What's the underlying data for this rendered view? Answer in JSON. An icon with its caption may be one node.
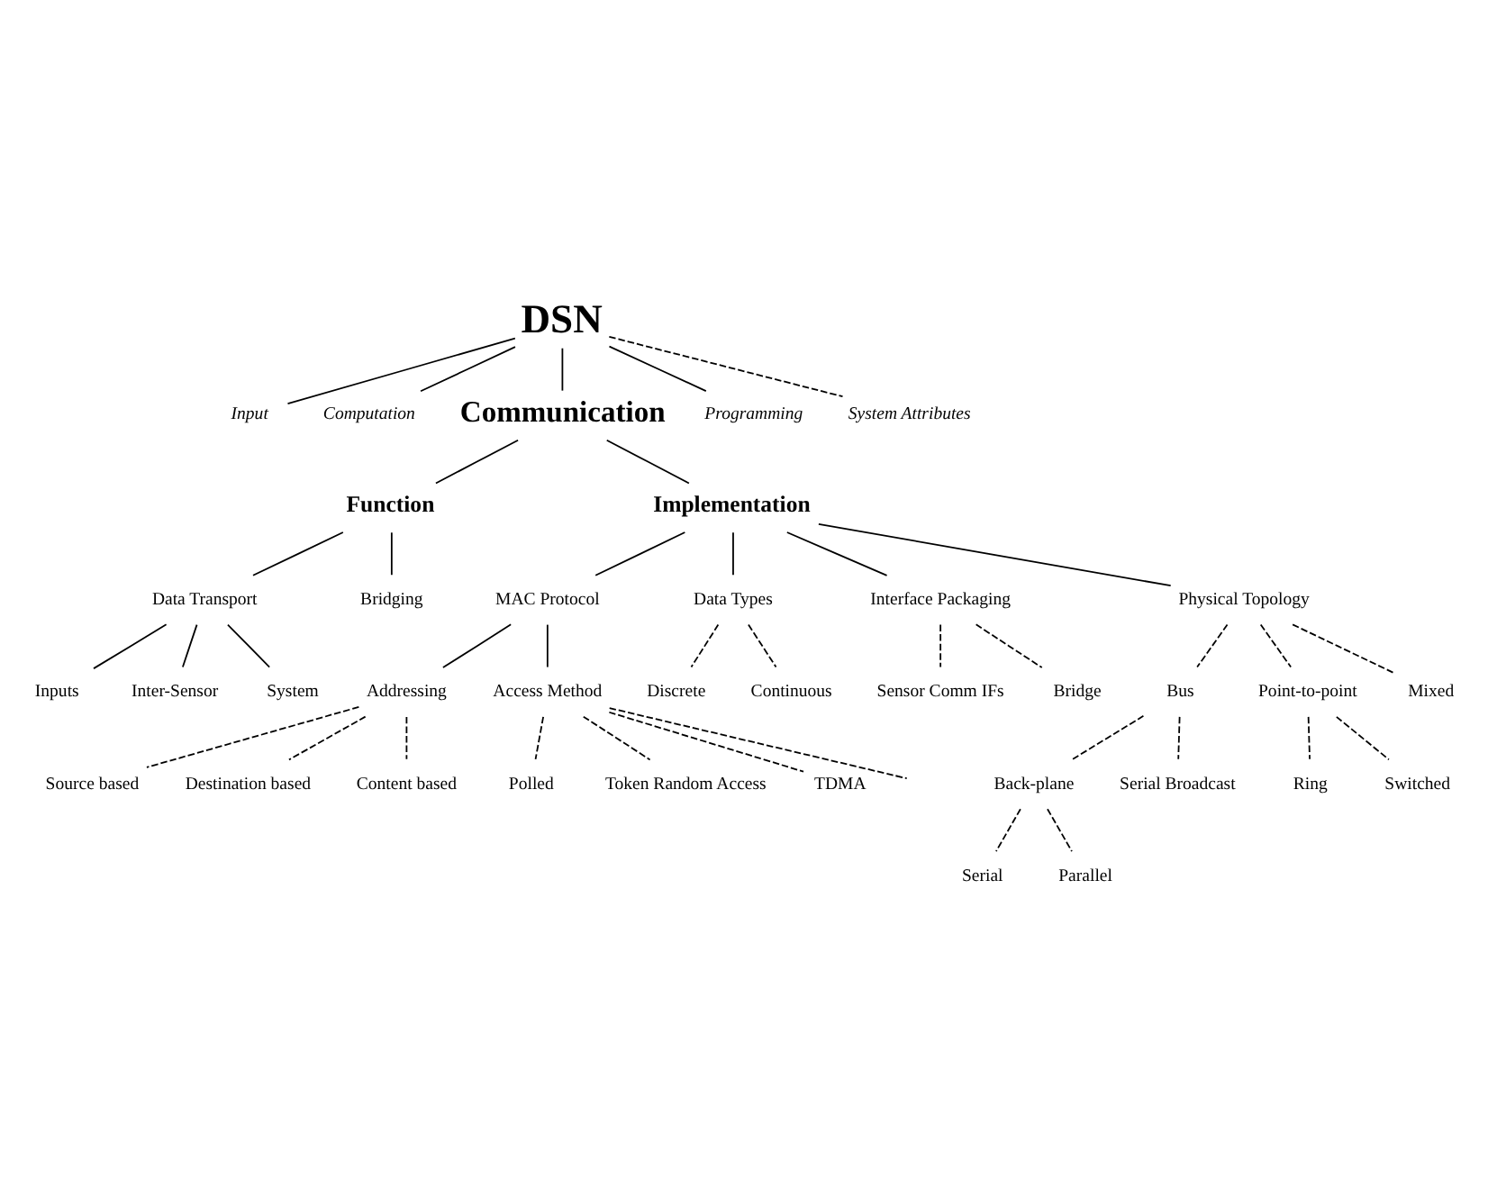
{
  "diagram": {
    "nodes": [
      {
        "text": [
          "DSN"
        ]
      },
      {
        "text": [
          "Input"
        ]
      },
      {
        "text": [
          "Computation"
        ]
      },
      {
        "text": [
          "Communication"
        ]
      },
      {
        "text": [
          "Programming"
        ]
      },
      {
        "text": [
          "System Attributes"
        ]
      },
      {
        "text": [
          "Function"
        ]
      },
      {
        "text": [
          "Implementation"
        ]
      },
      {
        "text": [
          "Data Transport"
        ]
      },
      {
        "text": [
          "Bridging"
        ]
      },
      {
        "text": [
          "Inputs"
        ]
      },
      {
        "text": [
          "Inter-Sensor"
        ]
      },
      {
        "text": [
          "System"
        ]
      },
      {
        "text": [
          "MAC Protocol"
        ]
      },
      {
        "text": [
          "Data Types"
        ]
      },
      {
        "text": [
          "Interface Packaging"
        ]
      },
      {
        "text": [
          "Physical Topology"
        ]
      },
      {
        "text": [
          "Discrete"
        ]
      },
      {
        "text": [
          "Continuous"
        ]
      },
      {
        "text": [
          "Sensor Comm IFs"
        ]
      },
      {
        "text": [
          "Bridge"
        ]
      },
      {
        "text": [
          "Addressing"
        ]
      },
      {
        "text": [
          "Access Method"
        ]
      },
      {
        "text": [
          "Source based"
        ]
      },
      {
        "text": [
          "Destination based"
        ]
      },
      {
        "text": [
          "Content based"
        ]
      },
      {
        "text": [
          "Polled"
        ]
      },
      {
        "text": [
          "Token Random Access"
        ]
      },
      {
        "text": [
          "TDMA"
        ]
      },
      {
        "text": [
          "Bus"
        ]
      },
      {
        "text": [
          "Point-to-point"
        ]
      },
      {
        "text": [
          "Mixed"
        ]
      },
      {
        "text": [
          "Back-plane"
        ]
      },
      {
        "text": [
          "Serial Broadcast"
        ]
      },
      {
        "text": [
          "Ring"
        ]
      },
      {
        "text": [
          "Switched"
        ]
      },
      {
        "text": [
          "Serial"
        ]
      },
      {
        "text": [
          "Parallel"
        ]
      }
    ],
    "edges": [
      {
        "from": 0,
        "to": 1,
        "arrow": "none"
      },
      {
        "from": 0,
        "to": 2,
        "arrow": "none"
      },
      {
        "from": 0,
        "to": 3,
        "arrow": "none"
      },
      {
        "from": 0,
        "to": 4,
        "arrow": "none"
      },
      {
        "from": 0,
        "to": 5,
        "arrow": "none",
        "style": "dashed"
      },
      {
        "from": 3,
        "to": 6,
        "arrow": "none"
      },
      {
        "from": 3,
        "to": 7,
        "arrow": "none"
      },
      {
        "from": 6,
        "to": 8,
        "arrow": "none"
      },
      {
        "from": 6,
        "to": 9,
        "arrow": "none"
      },
      {
        "from": 8,
        "to": 10,
        "arrow": "none"
      },
      {
        "from": 8,
        "to": 11,
        "arrow": "none"
      },
      {
        "from": 8,
        "to": 12,
        "arrow": "none"
      },
      {
        "from": 7,
        "to": 13,
        "arrow": "none"
      },
      {
        "from": 7,
        "to": 14,
        "arrow": "none"
      },
      {
        "from": 7,
        "to": 15,
        "arrow": "none"
      },
      {
        "from": 7,
        "to": 16,
        "arrow": "none"
      },
      {
        "from": 14,
        "to": 17,
        "arrow": "none",
        "style": "dashed"
      },
      {
        "from": 14,
        "to": 18,
        "arrow": "none",
        "style": "dashed"
      },
      {
        "from": 15,
        "to": 19,
        "arrow": "none",
        "style": "dashed"
      },
      {
        "from": 15,
        "to": 20,
        "arrow": "none",
        "style": "dashed"
      },
      {
        "from": 13,
        "to": 21,
        "arrow": "none"
      },
      {
        "from": 13,
        "to": 22,
        "arrow": "none"
      },
      {
        "from": 21,
        "to": 23,
        "arrow": "none",
        "style": "dashed"
      },
      {
        "from": 21,
        "to": 24,
        "arrow": "none",
        "style": "dashed"
      },
      {
        "from": 21,
        "to": 25,
        "arrow": "none",
        "style": "dashed"
      },
      {
        "from": 22,
        "to": 26,
        "arrow": "none",
        "style": "dashed"
      },
      {
        "from": 22,
        "to": 27,
        "arrow": "none",
        "style": "dashed"
      },
      {
        "from": 22,
        "to": 28,
        "arrow": "none",
        "style": "dashed"
      },
      {
        "from": 22,
        "to": null,
        "arrow": "none",
        "style": "dashed"
      },
      {
        "from": 16,
        "to": 29,
        "arrow": "none",
        "style": "dashed"
      },
      {
        "from": 16,
        "to": 30,
        "arrow": "none",
        "style": "dashed"
      },
      {
        "from": 16,
        "to": 31,
        "arrow": "none",
        "style": "dashed"
      },
      {
        "from": 29,
        "to": 32,
        "arrow": "none",
        "style": "dashed"
      },
      {
        "from": 29,
        "to": 33,
        "arrow": "none",
        "style": "dashed"
      },
      {
        "from": 30,
        "to": 34,
        "arrow": "none",
        "style": "dashed"
      },
      {
        "from": 30,
        "to": 35,
        "arrow": "none",
        "style": "dashed"
      },
      {
        "from": 32,
        "to": 36,
        "arrow": "none",
        "style": "dashed"
      },
      {
        "from": 32,
        "to": 37,
        "arrow": "none",
        "style": "dashed"
      }
    ]
  }
}
